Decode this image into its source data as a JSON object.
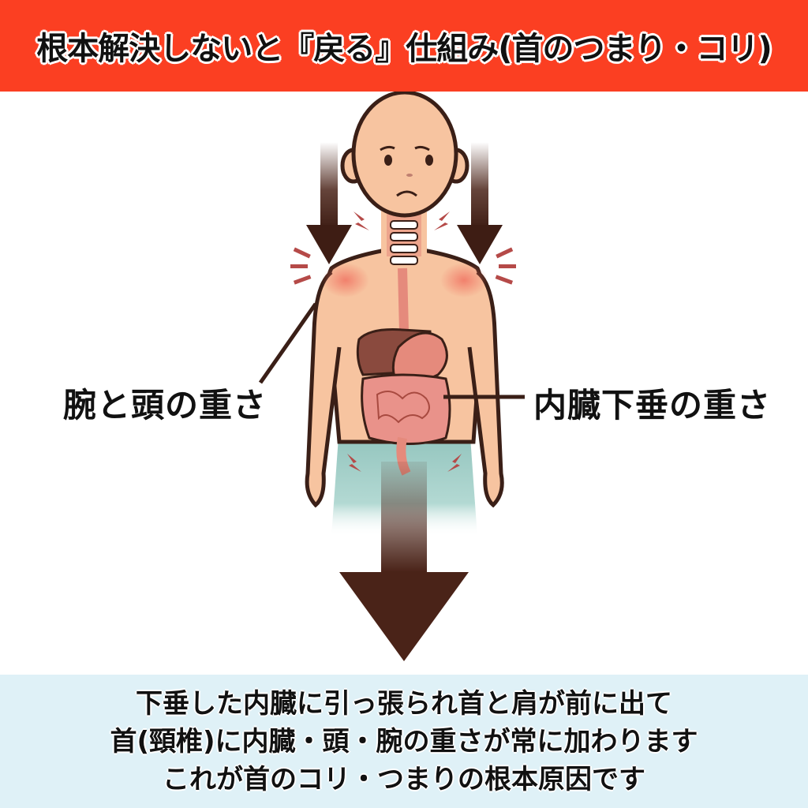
{
  "header": {
    "title": "根本解決しないと『戻る』仕組み(首のつまり・コリ)",
    "background_color": "#fb3f22"
  },
  "illustration": {
    "subject": "bald person with worried face, neck vertebrae highlighted, visible internal organs (liver, stomach, intestines)",
    "arrows": [
      "left-shoulder-down-arrow",
      "right-shoulder-down-arrow",
      "large-center-down-arrow"
    ],
    "pain_marks": [
      "neck-left",
      "neck-right",
      "shoulder-left",
      "shoulder-right",
      "hip-left",
      "hip-right"
    ],
    "colors": {
      "skin": "#f7c4a0",
      "outline": "#3a1f17",
      "arrow": "#4a2318",
      "organ": "#e58a7c",
      "liver": "#8a4a3e",
      "pants": "#9cc9c2",
      "pain": "#b54a48"
    }
  },
  "labels": {
    "left": "腕と頭の重さ",
    "right": "内臓下垂の重さ"
  },
  "footer": {
    "lines": [
      "下垂した内臓に引っ張られ首と肩が前に出て",
      "首(頸椎)に内臓・頭・腕の重さが常に加わります",
      "これが首のコリ・つまりの根本原因です"
    ],
    "background_color": "#dff1f7"
  }
}
